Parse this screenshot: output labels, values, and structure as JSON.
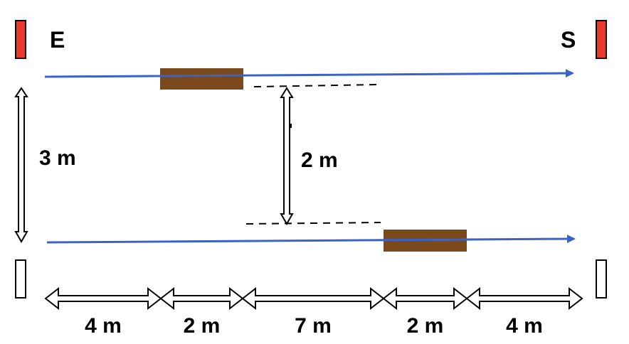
{
  "labels": {
    "left_post": "E",
    "right_post": "S",
    "height_total": "3 m",
    "height_gap": "2 m"
  },
  "segments": [
    {
      "label": "4 m"
    },
    {
      "label": "2 m"
    },
    {
      "label": "7 m"
    },
    {
      "label": "2 m"
    },
    {
      "label": "4 m"
    }
  ],
  "colors": {
    "post_top": "#e8392a",
    "post_bottom": "#ffffff",
    "outline": "#000000",
    "path_line": "#3a62c8",
    "block": "#7a4a1c",
    "background": "#ffffff"
  }
}
